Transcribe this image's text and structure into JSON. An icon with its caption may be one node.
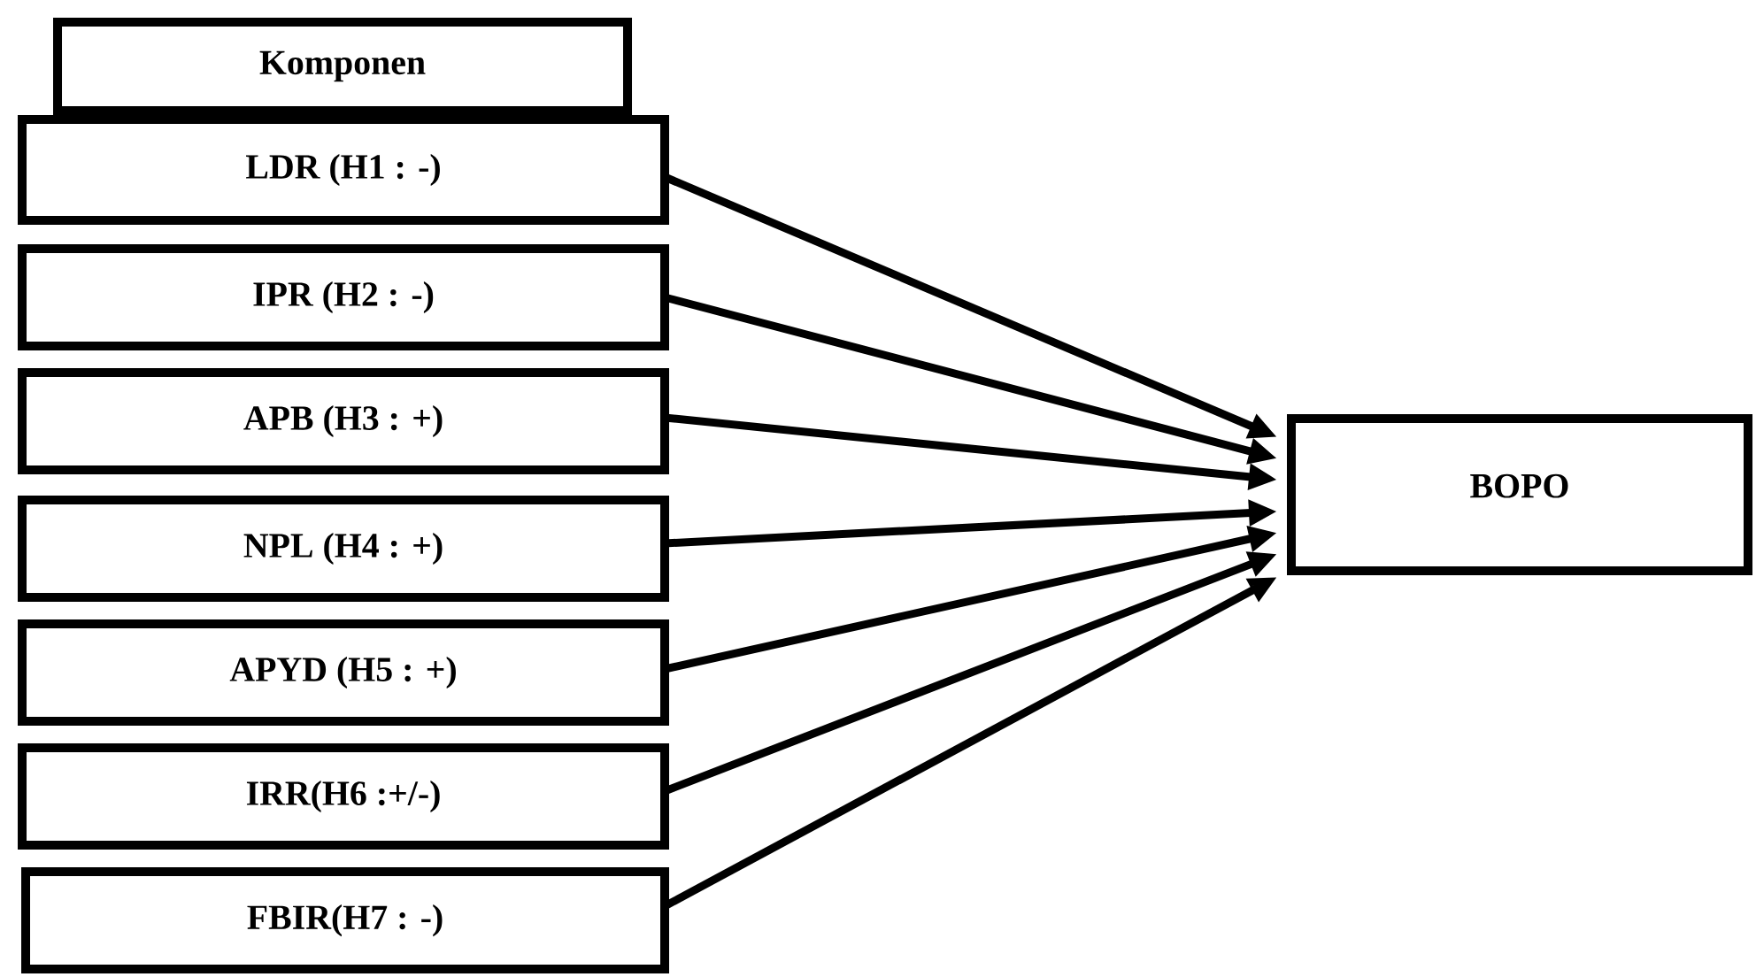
{
  "diagram": {
    "nodes": [
      {
        "text": [
          "Komponen"
        ]
      },
      {
        "text": [
          "LDR  (H1 : -)"
        ]
      },
      {
        "text": [
          "IPR  (H2 : -)"
        ]
      },
      {
        "text": [
          "APB (H3 : +)"
        ]
      },
      {
        "text": [
          "NPL  (H4 : +)"
        ]
      },
      {
        "text": [
          "APYD (H5 : +)"
        ]
      },
      {
        "text": [
          "IRR(H6 :+/-)"
        ]
      },
      {
        "text": [
          "FBIR(H7 : -)"
        ]
      },
      {
        "text": [
          "BOPO"
        ]
      }
    ],
    "edges": [
      {
        "from": 1,
        "to": 8,
        "arrow": "to"
      },
      {
        "from": 2,
        "to": 8,
        "arrow": "to"
      },
      {
        "from": 3,
        "to": 8,
        "arrow": "to"
      },
      {
        "from": 4,
        "to": 8,
        "arrow": "to"
      },
      {
        "from": 5,
        "to": 8,
        "arrow": "to"
      },
      {
        "from": 6,
        "to": 8,
        "arrow": "to"
      },
      {
        "from": 7,
        "to": 8,
        "arrow": "to"
      }
    ]
  }
}
